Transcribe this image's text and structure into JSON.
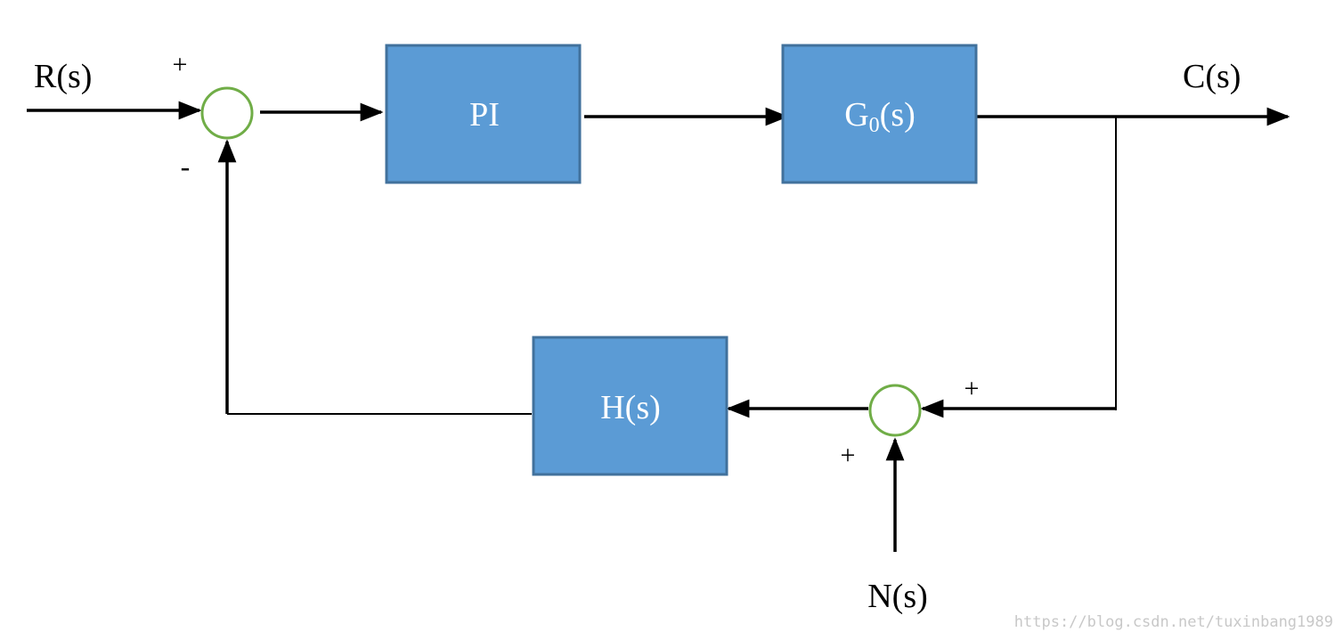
{
  "signals": {
    "input": "R(s)",
    "output": "C(s)",
    "noise": "N(s)"
  },
  "blocks": {
    "controller": "PI",
    "plant_main": "G",
    "plant_sub": "0",
    "plant_tail": "(s)",
    "feedback": "H(s)"
  },
  "summing_junctions": {
    "main": {
      "top_sign": "+",
      "bottom_sign": "-"
    },
    "noise": {
      "right_sign": "+",
      "bottom_sign": "+"
    }
  },
  "watermark": "https://blog.csdn.net/tuxinbang1989",
  "colors": {
    "block_fill": "#5b9bd5",
    "block_border": "#41719c",
    "junction_stroke": "#70ad47",
    "line": "#000000"
  }
}
